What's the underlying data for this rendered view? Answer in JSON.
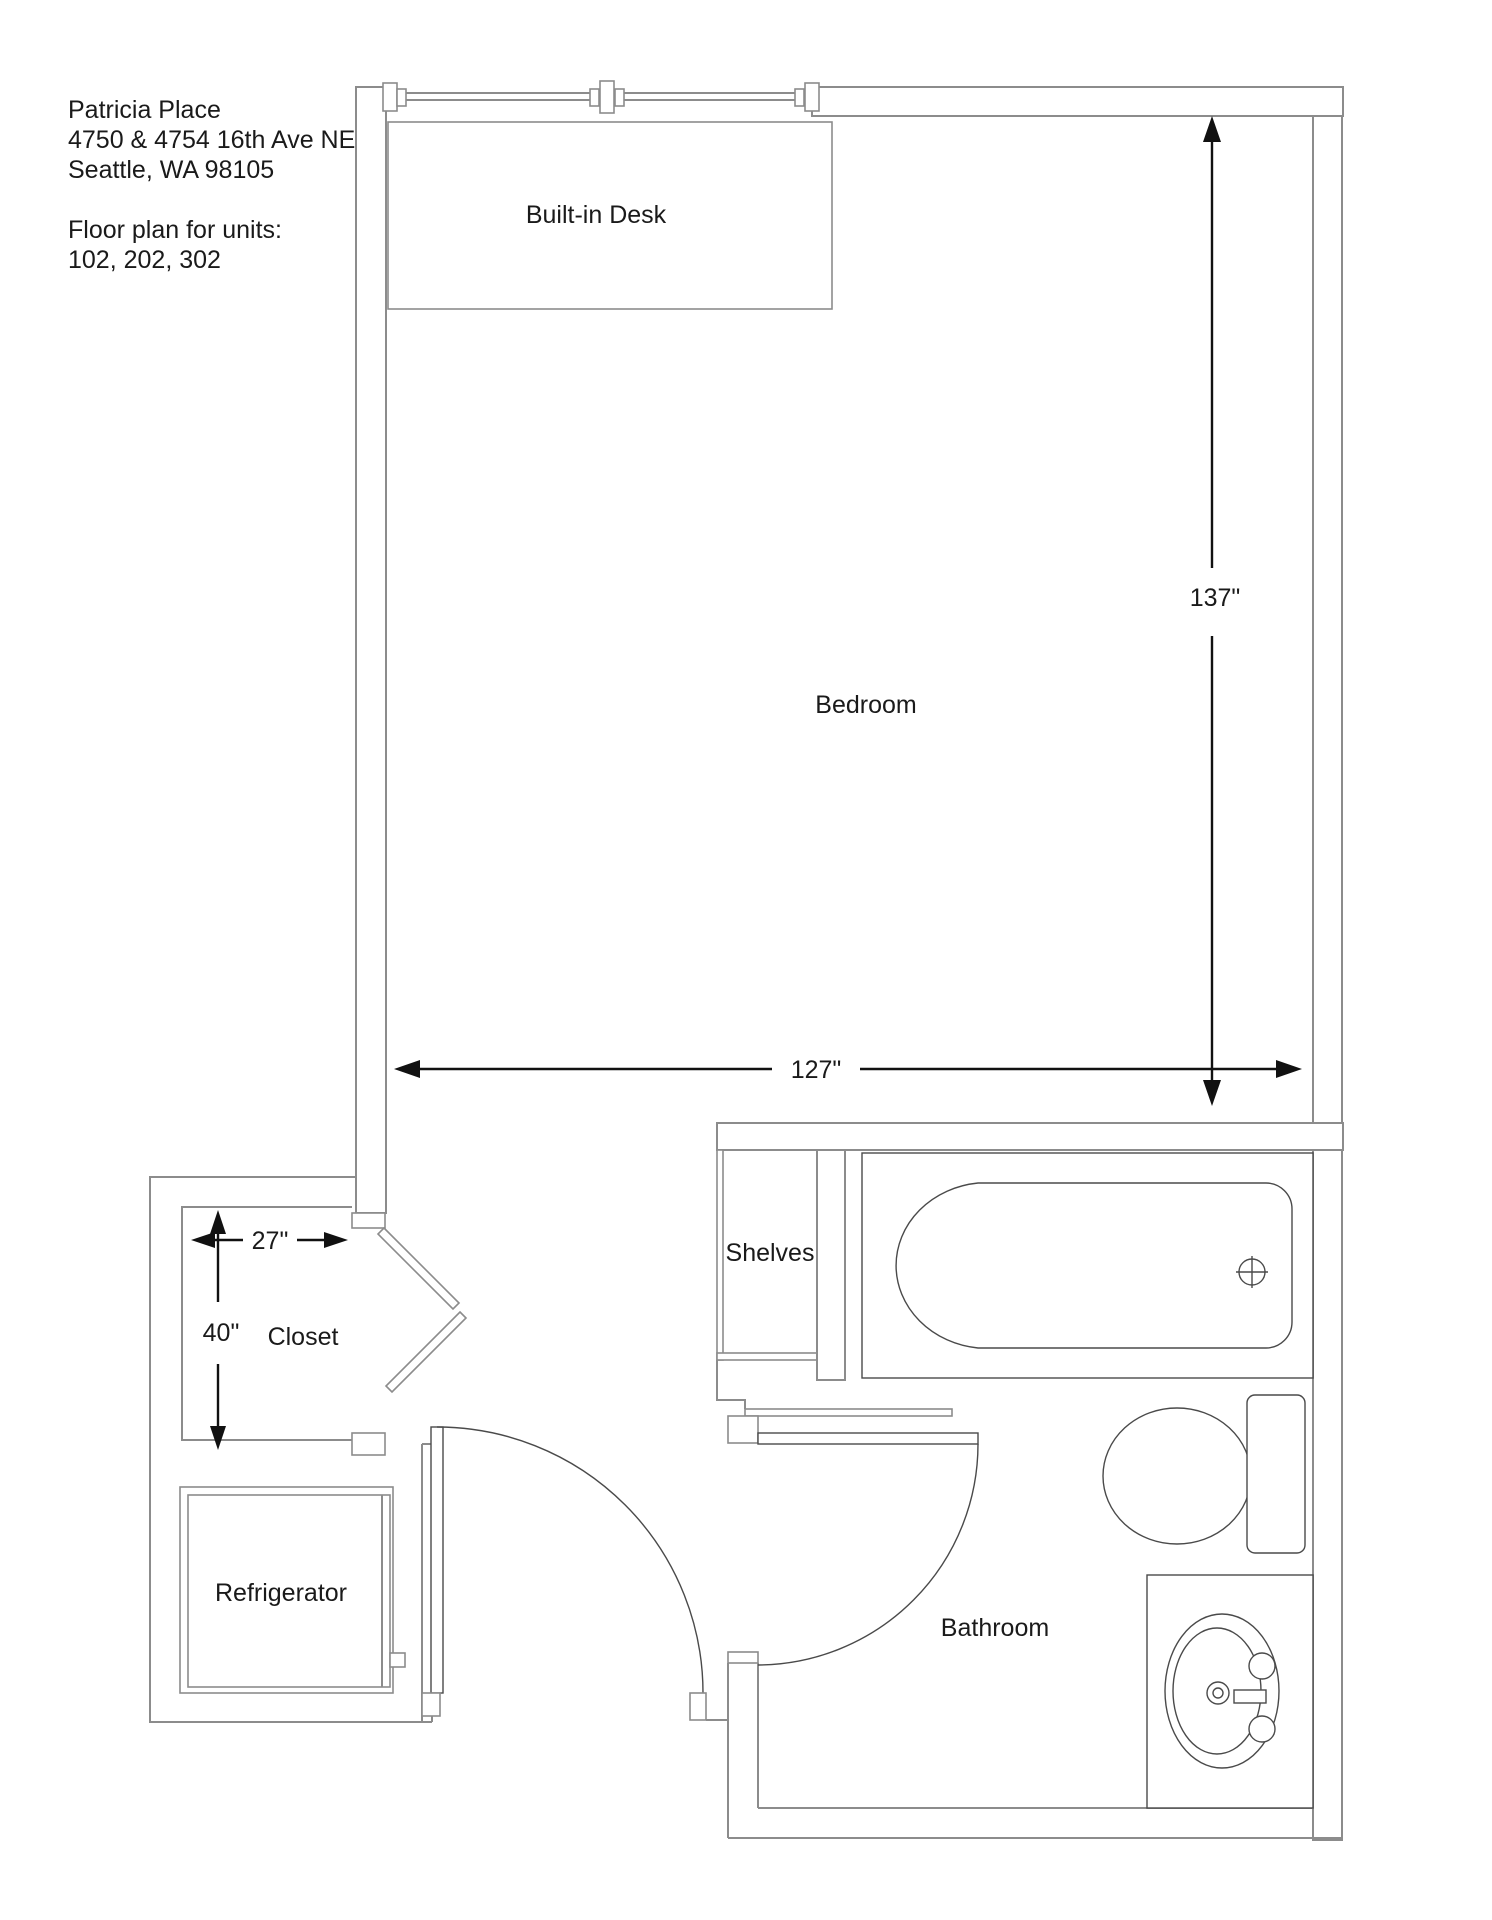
{
  "title_block": {
    "building": "Patricia Place",
    "address_line": "4750 & 4754 16th Ave NE",
    "city_line": "Seattle, WA 98105",
    "plan_label": "Floor plan for units:",
    "units": "102, 202, 302"
  },
  "labels": {
    "desk": "Built-in Desk",
    "bedroom": "Bedroom",
    "shelves": "Shelves",
    "closet": "Closet",
    "refrigerator": "Refrigerator",
    "bathroom": "Bathroom"
  },
  "dimensions": {
    "room_depth": "137\"",
    "room_width": "127\"",
    "closet_width": "27\"",
    "closet_depth": "40\""
  },
  "colors": {
    "background": "#ffffff",
    "wall_line": "#8c8c8c",
    "fixture_line": "#4a4a4a",
    "dimension": "#111111",
    "text": "#1a1a1a"
  }
}
